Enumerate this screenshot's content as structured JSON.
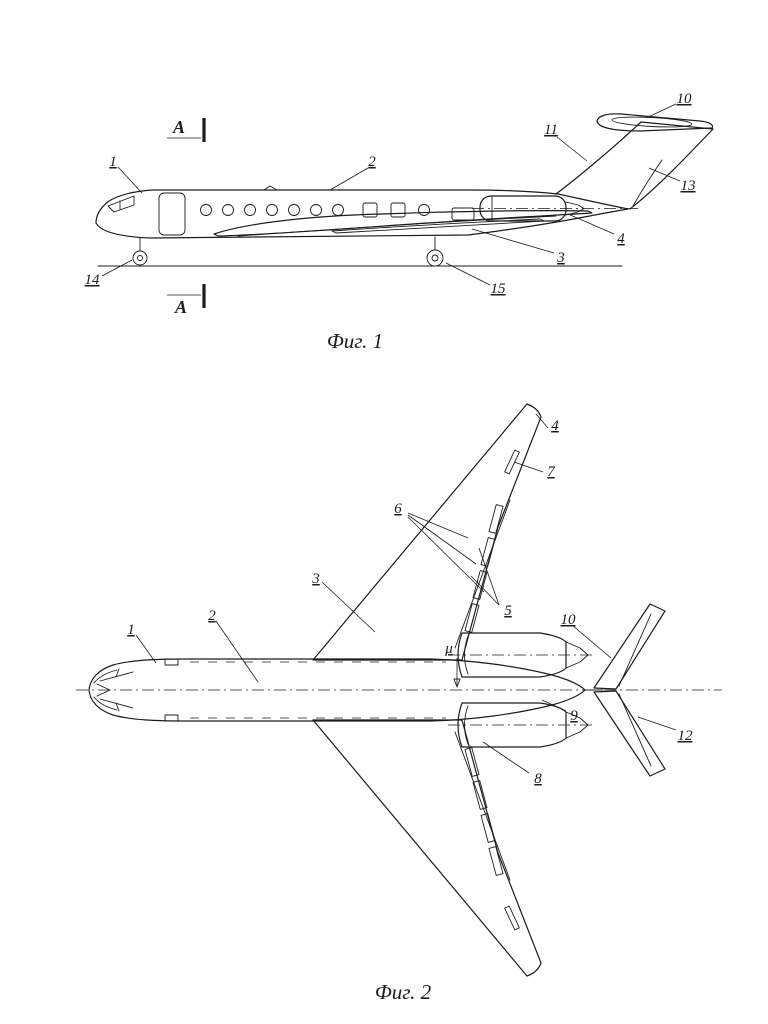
{
  "page": {
    "background": "#ffffff",
    "ink": "#1c1c1c"
  },
  "figure1": {
    "caption": "Фиг. 1",
    "section_marks": {
      "top": "A",
      "bottom": "A"
    },
    "labels": {
      "l1": "1",
      "l2": "2",
      "l3": "3",
      "l4": "4",
      "l10": "10",
      "l11": "11",
      "l13": "13",
      "l14": "14",
      "l15": "15"
    }
  },
  "figure2": {
    "caption": "Фиг. 2",
    "angle_symbol": "μ",
    "labels": {
      "l1": "1",
      "l2": "2",
      "l3": "3",
      "l4": "4",
      "l5": "5",
      "l6": "6",
      "l7": "7",
      "l8": "8",
      "l9": "9",
      "l10": "10",
      "l12": "12"
    }
  }
}
